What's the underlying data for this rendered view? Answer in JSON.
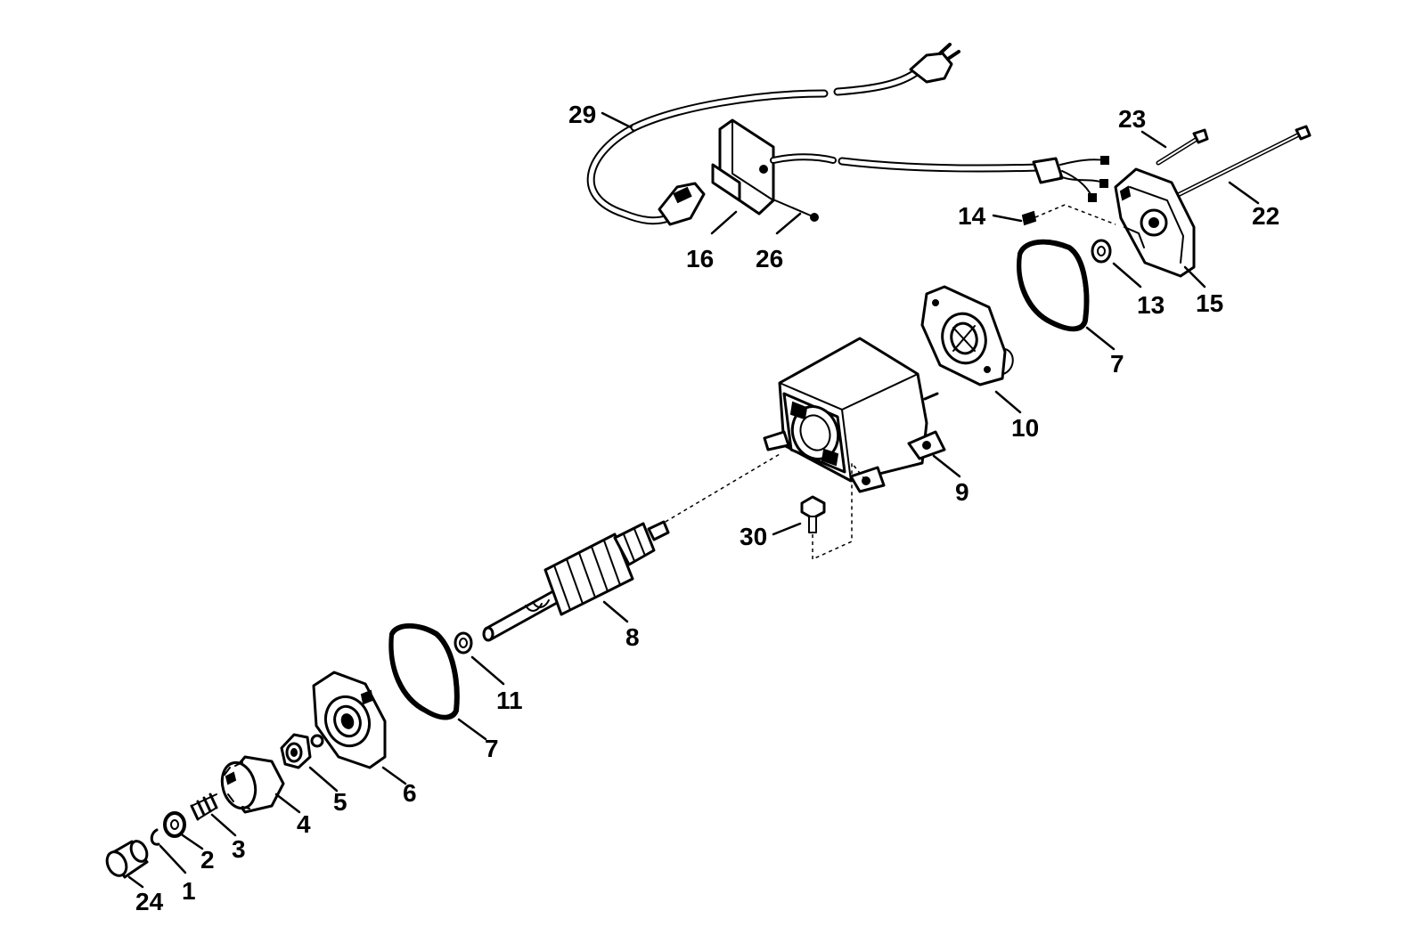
{
  "diagram": {
    "kind": "exploded-parts-view",
    "line_color": "#000000",
    "background": "#ffffff"
  },
  "callouts": {
    "c1": "1",
    "c2": "2",
    "c3": "3",
    "c4": "4",
    "c5": "5",
    "c6": "6",
    "c7a": "7",
    "c7b": "7",
    "c8": "8",
    "c9": "9",
    "c10": "10",
    "c11": "11",
    "c13": "13",
    "c14": "14",
    "c15": "15",
    "c16": "16",
    "c22": "22",
    "c23": "23",
    "c24": "24",
    "c26": "26",
    "c29": "29",
    "c30": "30"
  }
}
